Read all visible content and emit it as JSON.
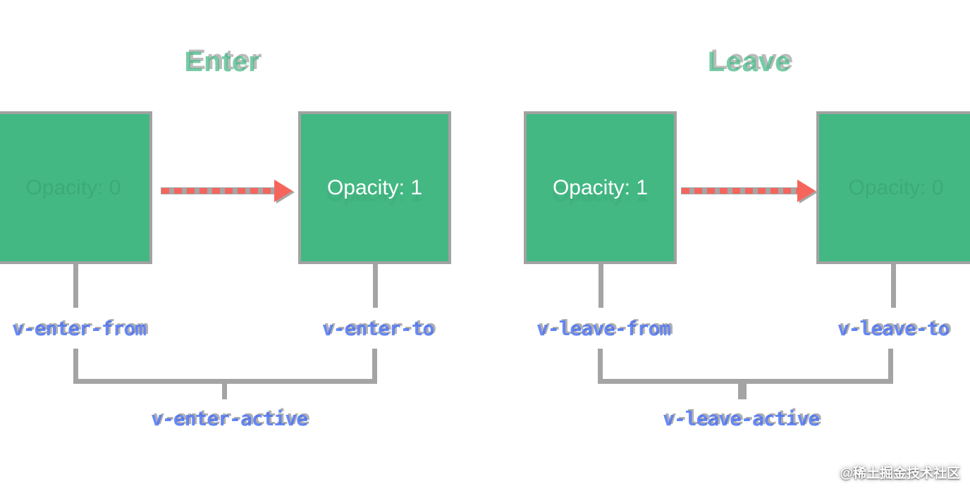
{
  "diagram": {
    "title_enter": "Enter",
    "title_leave": "Leave",
    "watermark": "@稀土掘金技术社区"
  },
  "boxes": [
    {
      "name": "enter-from-box",
      "text": "Opacity: 0",
      "state": "faded"
    },
    {
      "name": "enter-to-box",
      "text": "Opacity: 1",
      "state": "visible"
    },
    {
      "name": "leave-from-box",
      "text": "Opacity: 1",
      "state": "visible"
    },
    {
      "name": "leave-to-box",
      "text": "Opacity: 0",
      "state": "faded"
    }
  ],
  "labels": {
    "enter_from": "v-enter-from",
    "enter_to": "v-enter-to",
    "enter_active": "v-enter-active",
    "leave_from": "v-leave-from",
    "leave_to": "v-leave-to",
    "leave_active": "v-leave-active"
  },
  "colors": {
    "box_green": "#43b883",
    "gray": "#a4a4a4",
    "label_blue": "#3d68f5",
    "arrow_red": "#f5655c"
  }
}
